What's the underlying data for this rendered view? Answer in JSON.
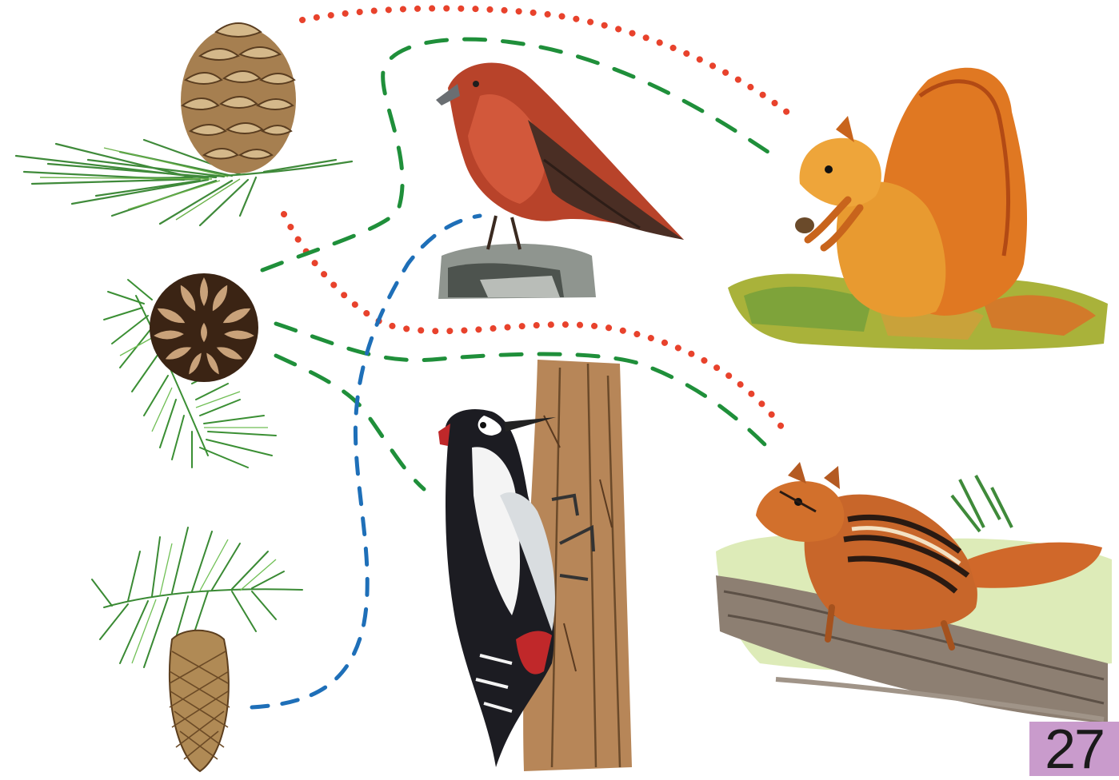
{
  "page": {
    "number": "27",
    "badge_color": "#c99bcc"
  },
  "illustrations": {
    "cones": [
      {
        "name": "siberian-pine-cone",
        "icon": "pine-cone-round"
      },
      {
        "name": "larch-cone",
        "icon": "pine-cone-open"
      },
      {
        "name": "spruce-cone",
        "icon": "pine-cone-elongated"
      }
    ],
    "animals": [
      {
        "name": "crossbill",
        "icon": "bird-crossbill"
      },
      {
        "name": "woodpecker",
        "icon": "bird-woodpecker"
      },
      {
        "name": "squirrel",
        "icon": "squirrel"
      },
      {
        "name": "chipmunk",
        "icon": "chipmunk"
      }
    ]
  },
  "connections": {
    "colors": {
      "red": "#e8422c",
      "green": "#1f8f3a",
      "blue": "#1e6fb8"
    },
    "links": [
      {
        "from": "siberian-pine-cone",
        "to": "squirrel",
        "style": "red-dotted"
      },
      {
        "from": "siberian-pine-cone",
        "to": "chipmunk",
        "style": "red-dotted"
      },
      {
        "from": "larch-cone",
        "to": "squirrel",
        "style": "green-dashed"
      },
      {
        "from": "larch-cone",
        "to": "chipmunk",
        "style": "green-dashed"
      },
      {
        "from": "larch-cone",
        "to": "woodpecker",
        "style": "green-dashed"
      },
      {
        "from": "spruce-cone",
        "to": "crossbill",
        "style": "blue-dashed"
      }
    ]
  }
}
